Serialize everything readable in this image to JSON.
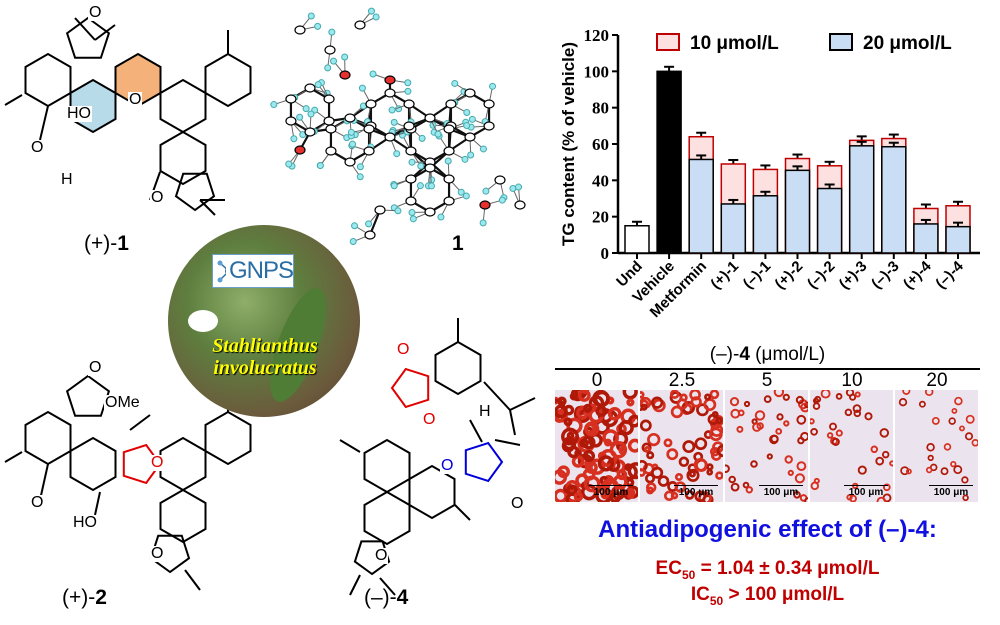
{
  "compounds": {
    "c1_label_prefix": "(+)-",
    "c1_label_num": "1",
    "crystal_label": "1",
    "c2_label_prefix": "(+)-",
    "c2_label_num": "2",
    "c4_label_prefix": "(–)-",
    "c4_label_num": "4",
    "atoms": {
      "O": "O",
      "HO": "HO",
      "H": "H",
      "OMe": "OMe"
    }
  },
  "photo": {
    "logo_text": "GNPS",
    "species_line1": "Stahlianthus",
    "species_line2": "involucratus"
  },
  "chart_data": {
    "type": "bar",
    "ylabel": "TG content (% of vehicle)",
    "ylim": [
      0,
      120
    ],
    "yticks": [
      0,
      20,
      40,
      60,
      80,
      100,
      120
    ],
    "legend": [
      "10 μmol/L",
      "20 μmol/L"
    ],
    "legend_position": "top",
    "categories": [
      "Und",
      "Vehicle",
      "Metformin",
      "(+)-1",
      "(–)-1",
      "(+)-2",
      "(–)-2",
      "(+)-3",
      "(–)-3",
      "(+)-4",
      "(–)-4"
    ],
    "single": {
      "Und": 15,
      "Vehicle": 100
    },
    "series": [
      {
        "name": "10 μmol/L",
        "values": [
          null,
          null,
          64,
          49,
          46,
          52,
          48,
          62,
          63,
          24.5,
          26
        ]
      },
      {
        "name": "20 μmol/L",
        "values": [
          null,
          null,
          51.5,
          27,
          31.5,
          45.5,
          35.5,
          59,
          58.5,
          16,
          14.5
        ]
      }
    ],
    "colors": {
      "s10_fill": "#fde0e0",
      "s10_edge": "#c00000",
      "s20_fill": "#c9ddf5",
      "s20_edge": "#000000",
      "vehicle": "#000000",
      "und": "#ffffff"
    }
  },
  "micrographs": {
    "title_prefix": "(–)-",
    "title_num": "4",
    "title_unit": " (μmol/L)",
    "concentrations": [
      "0",
      "2.5",
      "5",
      "10",
      "20"
    ],
    "scale_bar": "100 μm"
  },
  "summary": {
    "headline": "Antiadipogenic effect of (–)-4:",
    "ec_prefix": "EC",
    "ec_sub": "50",
    "ec_value": " = 1.04 ± 0.34 μmol/L",
    "ic_prefix": "IC",
    "ic_sub": "50",
    "ic_value": " > 100 μmol/L"
  }
}
